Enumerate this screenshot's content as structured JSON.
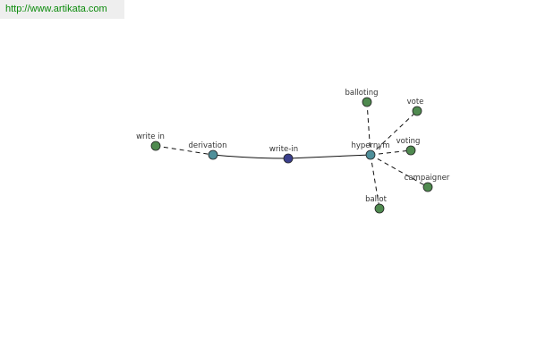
{
  "url_text": "http://www.artikata.com",
  "colors": {
    "leaf": "#4f8a4f",
    "relation": "#4f8f9a",
    "center": "#3a3f8c"
  },
  "nodes": {
    "write_in_plain": "write in",
    "derivation": "derivation",
    "write_in_center": "write-in",
    "hypernym": "hypernym",
    "balloting": "balloting",
    "vote": "vote",
    "voting": "voting",
    "campaigner": "campaigner",
    "ballot": "ballot"
  }
}
